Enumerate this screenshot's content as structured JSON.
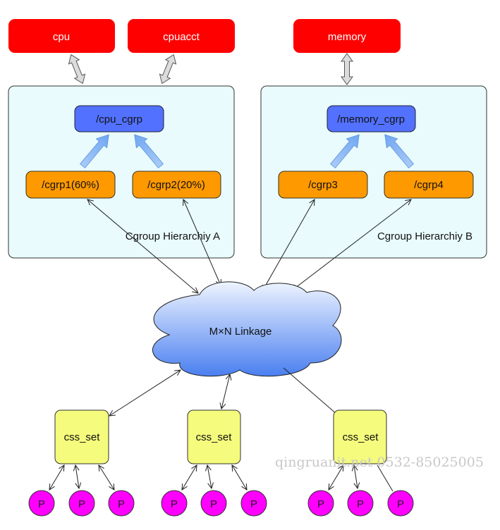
{
  "subsystems": [
    {
      "id": "cpu",
      "label": "cpu"
    },
    {
      "id": "cpuacct",
      "label": "cpuacct"
    },
    {
      "id": "memory",
      "label": "memory"
    }
  ],
  "hierarchies": [
    {
      "id": "A",
      "title": "Cgroup Hierarchiy A",
      "root": "/cpu_cgrp",
      "children": [
        "/cgrp1(60%)",
        "/cgrp2(20%)"
      ]
    },
    {
      "id": "B",
      "title": "Cgroup Hierarchiy B",
      "root": "/memory_cgrp",
      "children": [
        "/cgrp3",
        "/cgrp4"
      ]
    }
  ],
  "linkage": {
    "label": "M×N Linkage"
  },
  "css_sets": [
    {
      "label": "css_set",
      "processes": [
        "P",
        "P",
        "P"
      ]
    },
    {
      "label": "css_set",
      "processes": [
        "P",
        "P",
        "P"
      ]
    },
    {
      "label": "css_set",
      "processes": [
        "P",
        "P",
        "P"
      ]
    }
  ],
  "watermark": "qingruanit.net 0532-85025005",
  "colors": {
    "subsystem": "#ff0000",
    "hierarchy_bg": "#e9fbfd",
    "root_cgroup": "#5271ff",
    "child_cgroup": "#ff9900",
    "cloud_top": "#e9f1ff",
    "cloud_bottom": "#4a7ff0",
    "css_set": "#f5fb7c",
    "process": "#ff00ff"
  }
}
